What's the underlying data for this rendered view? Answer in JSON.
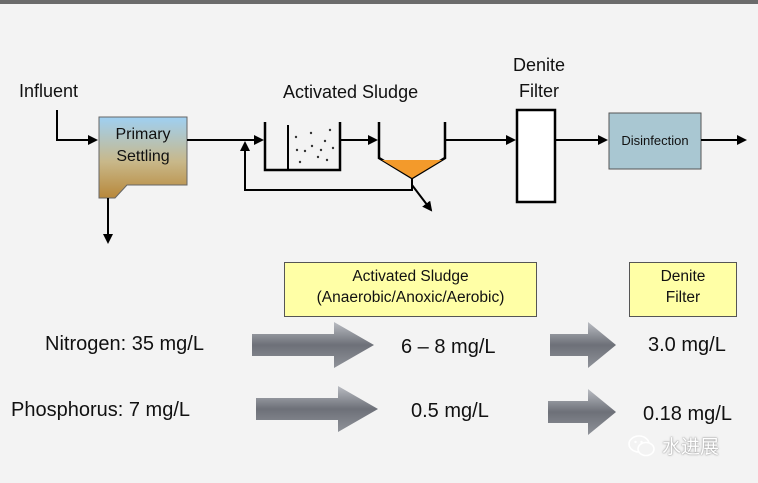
{
  "flow": {
    "influent": "Influent",
    "primary_settling": [
      "Primary",
      "Settling"
    ],
    "activated_sludge": "Activated Sludge",
    "denite_filter": [
      "Denite",
      "Filter"
    ],
    "disinfection": "Disinfection"
  },
  "summary": {
    "activated_sludge_box": [
      "Activated Sludge",
      "(Anaerobic/Anoxic/Aerobic)"
    ],
    "denite_filter_box": [
      "Denite",
      "Filter"
    ],
    "rows": [
      {
        "label": "Nitrogen: 35 mg/L",
        "after_activated_sludge": "6 – 8 mg/L",
        "after_denite_filter": "3.0 mg/L"
      },
      {
        "label": "Phosphorus: 7 mg/L",
        "after_activated_sludge": "0.5 mg/L",
        "after_denite_filter": "0.18 mg/L"
      }
    ]
  },
  "watermark": {
    "text": "水进展"
  },
  "colors": {
    "primary_top": "#9fd0f2",
    "primary_bottom": "#b8883a",
    "sludge_orange": "#f39a2b",
    "disinfection_fill": "#a9c7d2",
    "label_box": "#ffffa6",
    "arrow_gray": "#8a8e96"
  }
}
